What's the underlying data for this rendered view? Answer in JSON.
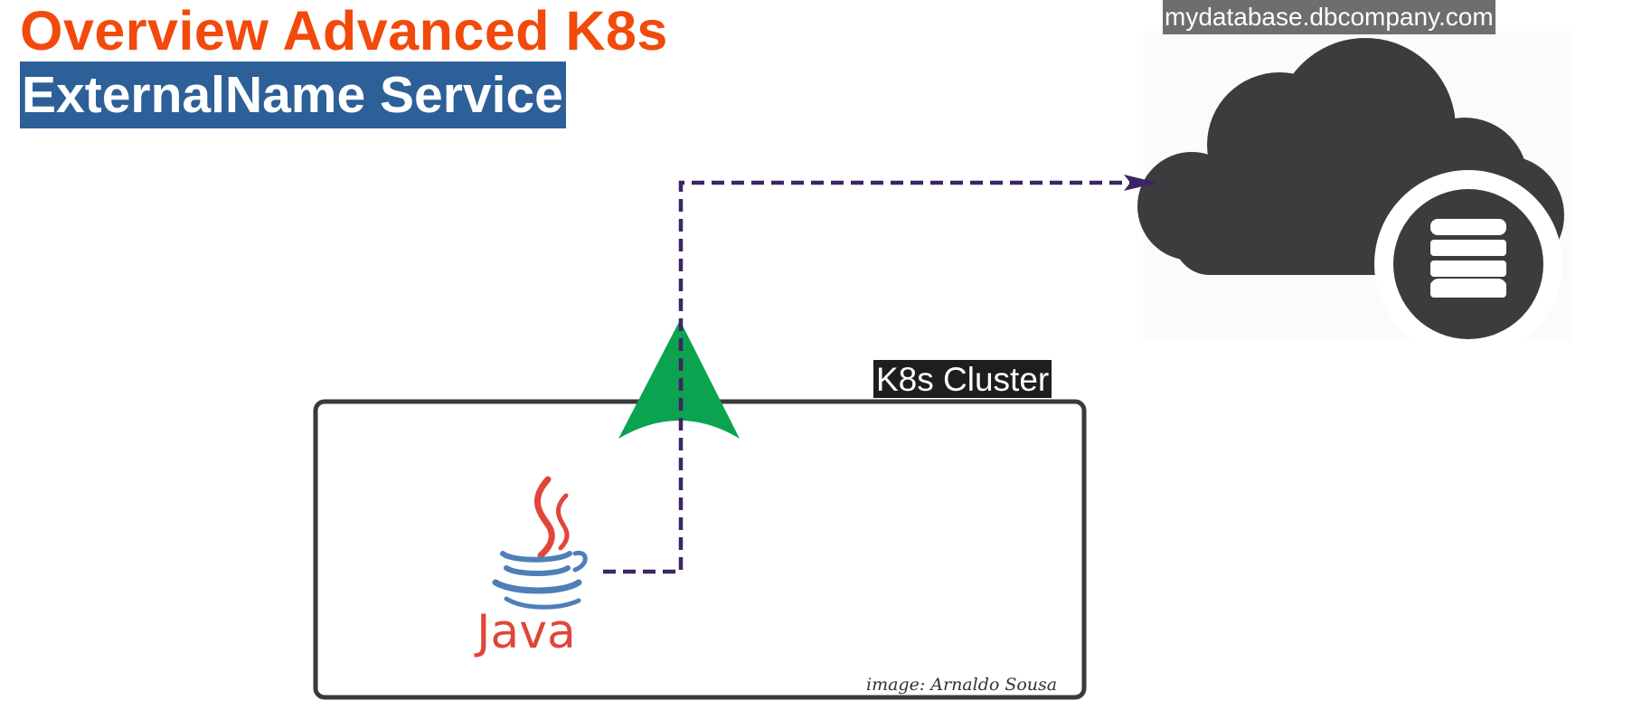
{
  "title": "Overview Advanced K8s",
  "subtitle": "ExternalName Service",
  "external_host": "mydatabase.dbcompany.com",
  "cluster_label": "K8s Cluster",
  "app_logo_text": "Java",
  "credit": "image: Arnaldo Sousa",
  "icons": {
    "cloud": "cloud-database-icon",
    "database": "database-icon",
    "app": "java-logo-icon",
    "service": "service-arrow-icon"
  },
  "colors": {
    "title": "#f24a0c",
    "subtitle_bg": "#2d5f98",
    "cloud": "#3b3c3e",
    "connector": "#3d2466",
    "service_arrow": "#0ca350",
    "java_red": "#e0463a",
    "java_blue": "#4f7fb8"
  }
}
